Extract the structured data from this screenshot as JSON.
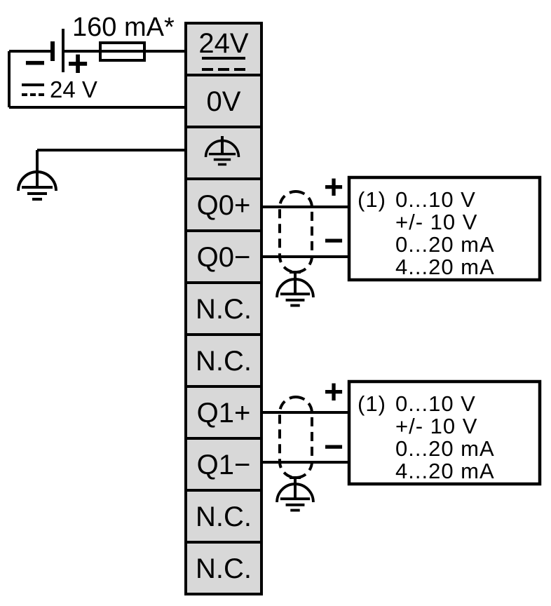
{
  "colors": {
    "background": "#ffffff",
    "terminal_fill": "#d8d8d8",
    "line": "#000000"
  },
  "power_supply": {
    "fuse_rating": "160 mA*",
    "minus_label": "−",
    "plus_label": "+",
    "voltage_label": "24 V",
    "icons": [
      "battery-icon",
      "fuse-icon",
      "dc-symbol-icon",
      "earth-ground-icon"
    ]
  },
  "terminal_block": {
    "terminals": [
      {
        "label": "24V",
        "symbol": "dc-symbol-icon"
      },
      {
        "label": "0V",
        "symbol": ""
      },
      {
        "label": "",
        "symbol": "earth-ground-icon"
      },
      {
        "label": "Q0+",
        "symbol": ""
      },
      {
        "label": "Q0−",
        "symbol": ""
      },
      {
        "label": "N.C.",
        "symbol": ""
      },
      {
        "label": "N.C.",
        "symbol": ""
      },
      {
        "label": "Q1+",
        "symbol": ""
      },
      {
        "label": "Q1−",
        "symbol": ""
      },
      {
        "label": "N.C.",
        "symbol": ""
      },
      {
        "label": "N.C.",
        "symbol": ""
      }
    ]
  },
  "outputs": [
    {
      "channel": "Q0",
      "plus_label": "+",
      "minus_label": "−",
      "note_ref": "(1)",
      "ranges": [
        "0...10 V",
        "+/- 10 V",
        "0...20 mA",
        "4...20 mA"
      ],
      "icons": [
        "cable-shield-icon",
        "earth-ground-icon"
      ]
    },
    {
      "channel": "Q1",
      "plus_label": "+",
      "minus_label": "−",
      "note_ref": "(1)",
      "ranges": [
        "0...10 V",
        "+/- 10 V",
        "0...20 mA",
        "4...20 mA"
      ],
      "icons": [
        "cable-shield-icon",
        "earth-ground-icon"
      ]
    }
  ]
}
